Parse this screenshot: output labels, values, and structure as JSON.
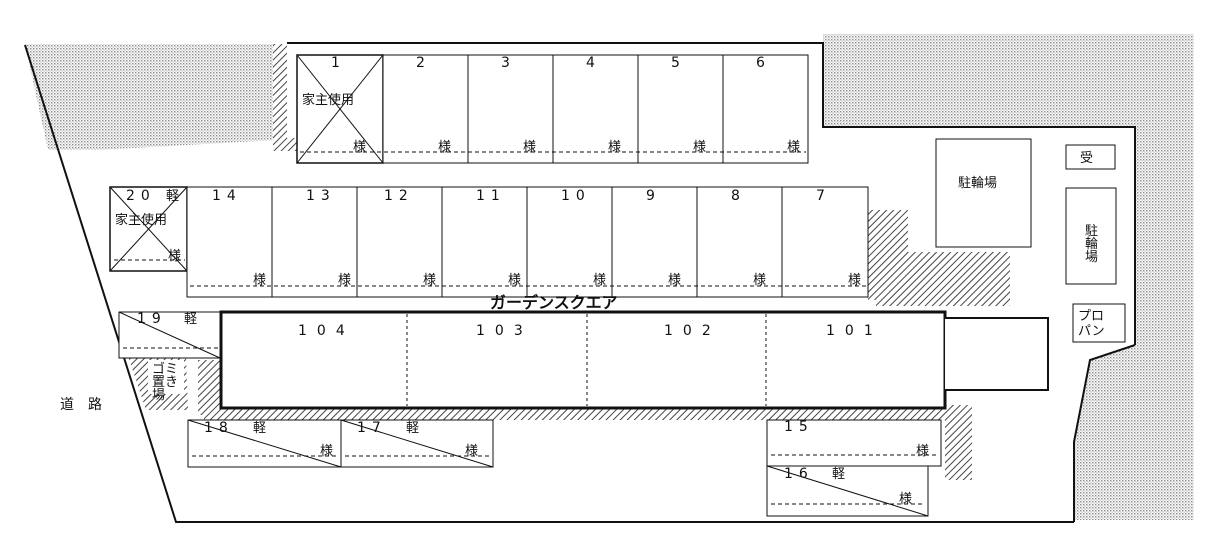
{
  "title": "ガーデンスクエア",
  "road_label": "道　路",
  "honorific": "様",
  "kei": "軽",
  "owner_use": "家主使用",
  "bicycle_parking": "駐輪場",
  "bicycle_parking_vertical": [
    "駐",
    "輪",
    "場"
  ],
  "propane": [
    "プロ",
    "パン"
  ],
  "transformer": "受",
  "garbage": [
    "ゴミ",
    "置き",
    "場"
  ],
  "rooms": [
    "104",
    "103",
    "102",
    "101"
  ],
  "top_row": [
    "1",
    "2",
    "3",
    "4",
    "5",
    "6"
  ],
  "middle_row": [
    "20",
    "14",
    "13",
    "12",
    "11",
    "10",
    "9",
    "8",
    "7"
  ],
  "space_19": "19",
  "space_18": "18",
  "space_17": "17",
  "space_15": "15",
  "space_16": "16",
  "colors": {
    "line": "#111111",
    "hatch": "#555555",
    "dots": "#9a9a9a"
  }
}
